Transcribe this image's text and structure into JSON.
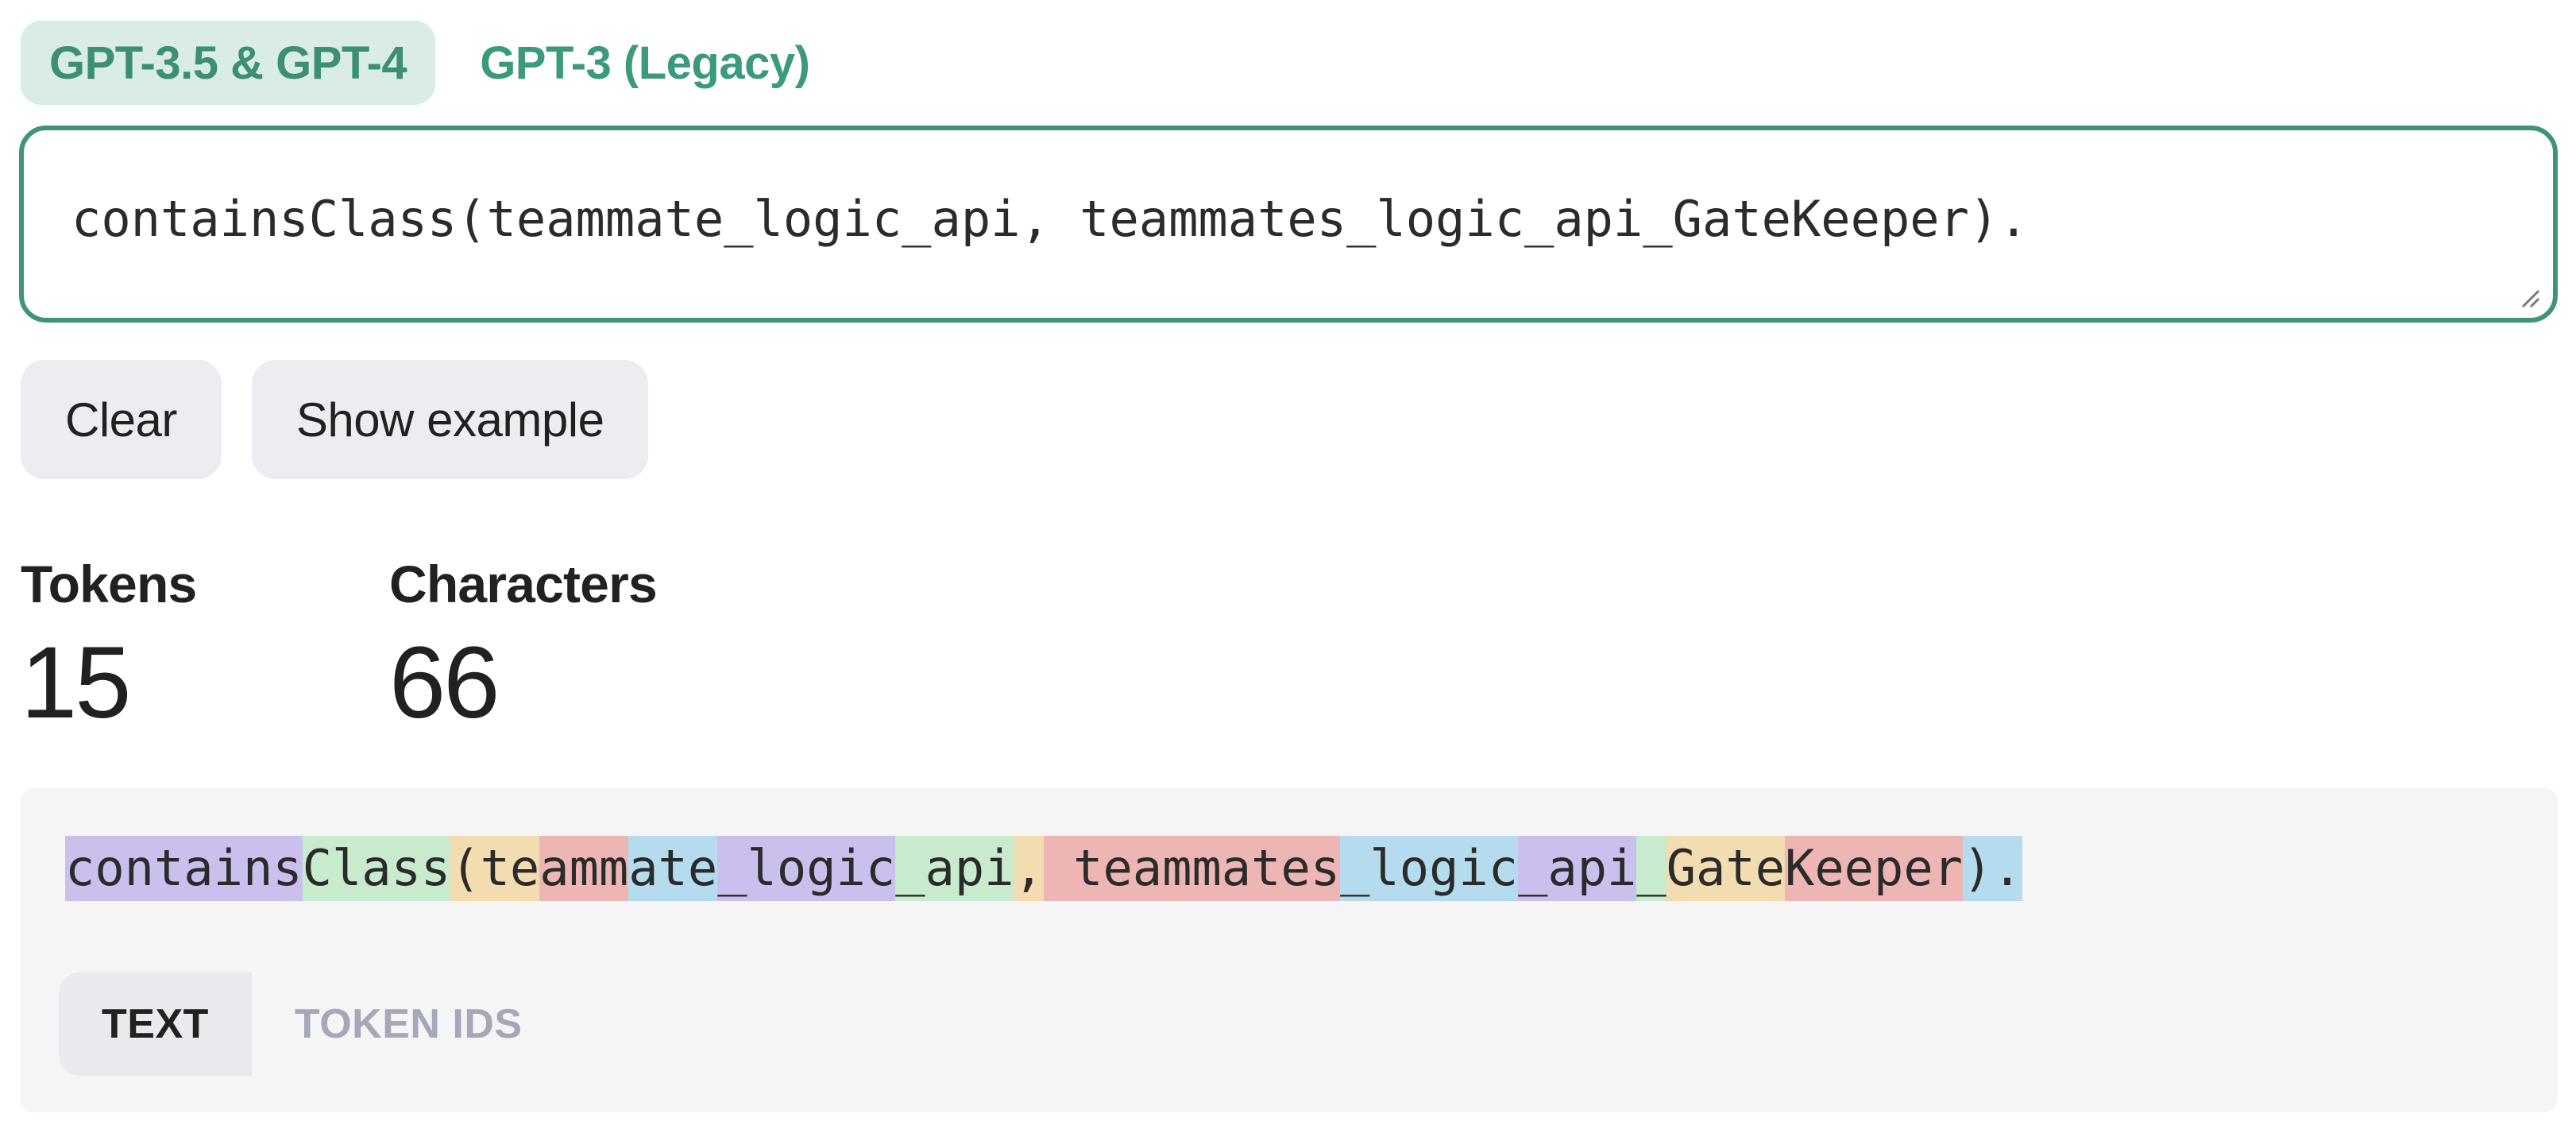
{
  "model_tabs": [
    {
      "label": "GPT-3.5 & GPT-4",
      "active": true
    },
    {
      "label": "GPT-3 (Legacy)",
      "active": false
    }
  ],
  "input": {
    "value": "containsClass(teammate_logic_api, teammates_logic_api_GateKeeper)."
  },
  "buttons": {
    "clear": "Clear",
    "show_example": "Show example"
  },
  "stats": {
    "tokens_label": "Tokens",
    "tokens_value": "15",
    "characters_label": "Characters",
    "characters_value": "66"
  },
  "output": {
    "tokens": [
      {
        "text": "contains",
        "color": "#cbbfee"
      },
      {
        "text": "Class",
        "color": "#c8ebcd"
      },
      {
        "text": "(",
        "color": "#f4dcb1"
      },
      {
        "text": "te",
        "color": "#f4dcb1"
      },
      {
        "text": "amm",
        "color": "#eeb5b5"
      },
      {
        "text": "ate",
        "color": "#b5dcee"
      },
      {
        "text": "_logic",
        "color": "#cbbfee"
      },
      {
        "text": "_api",
        "color": "#c8ebcd"
      },
      {
        "text": ",",
        "color": "#f4dcb1"
      },
      {
        "text": " teammates",
        "color": "#eeb5b5"
      },
      {
        "text": "_logic",
        "color": "#b5dcee"
      },
      {
        "text": "_api",
        "color": "#cbbfee"
      },
      {
        "text": "_",
        "color": "#c8ebcd"
      },
      {
        "text": "Gate",
        "color": "#f4dcb1"
      },
      {
        "text": "Keeper",
        "color": "#eeb5b5"
      },
      {
        "text": ").",
        "color": "#b5dcee"
      }
    ]
  },
  "view_tabs": [
    {
      "label": "TEXT",
      "active": true
    },
    {
      "label": "TOKEN IDS",
      "active": false
    }
  ],
  "colors": {
    "accent": "#3f9478",
    "tab_active_bg": "#d9ece5",
    "button_bg": "#ececf1",
    "panel_bg": "#f5f5f6"
  }
}
